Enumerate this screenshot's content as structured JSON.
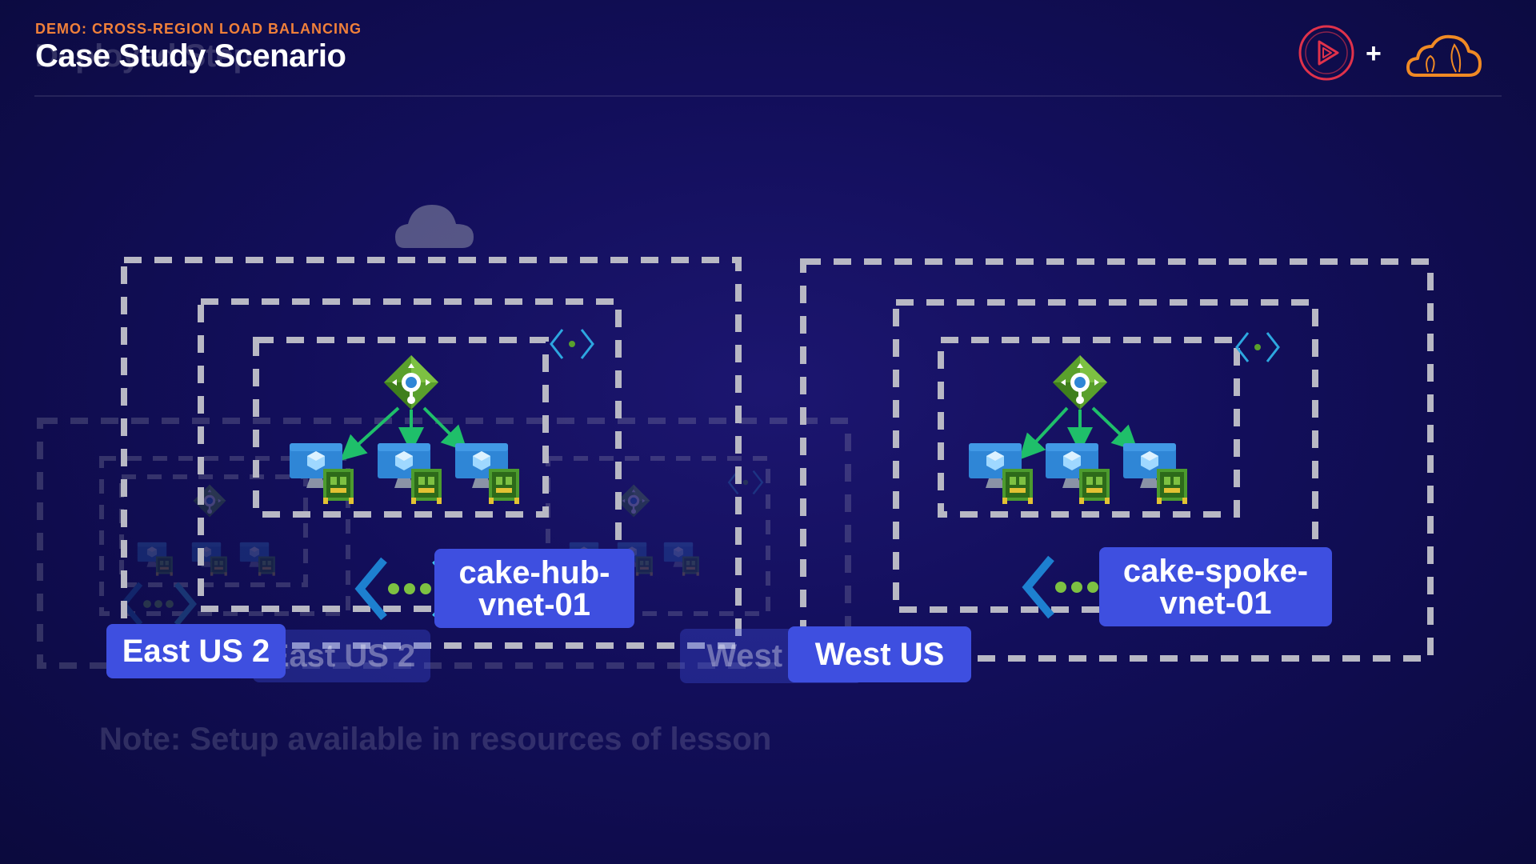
{
  "header": {
    "kicker": "DEMO: CROSS-REGION LOAD BALANCING",
    "title": "Case Study Scenario",
    "title_ghost": "Deployed Steps"
  },
  "brand": {
    "plus": "+",
    "accent_red": "#e0324b",
    "accent_orange": "#f08a24"
  },
  "diagram": {
    "hub_vnet_label": "cake-hub-\nvnet-01",
    "spoke_vnet_label": "cake-spoke-\nvnet-01",
    "hub_vnet_line1": "cake-hub-",
    "hub_vnet_line2": "vnet-01",
    "spoke_vnet_line1": "cake-spoke-",
    "spoke_vnet_line2": "vnet-01",
    "region_east": "East US 2",
    "region_east_ghost": "East US 2",
    "region_west_ghost": "West US",
    "region_west": "West US",
    "colors": {
      "tag_bg": "#3e4fe0",
      "dashed_border": "#b8b8c4",
      "load_balancer": "#5aa02c",
      "vm_blue": "#2f86d6",
      "arrow_green": "#1fbf6a",
      "vnet_chevron": "#2da7e0"
    }
  },
  "note": "Note: Setup available in resources of lesson"
}
